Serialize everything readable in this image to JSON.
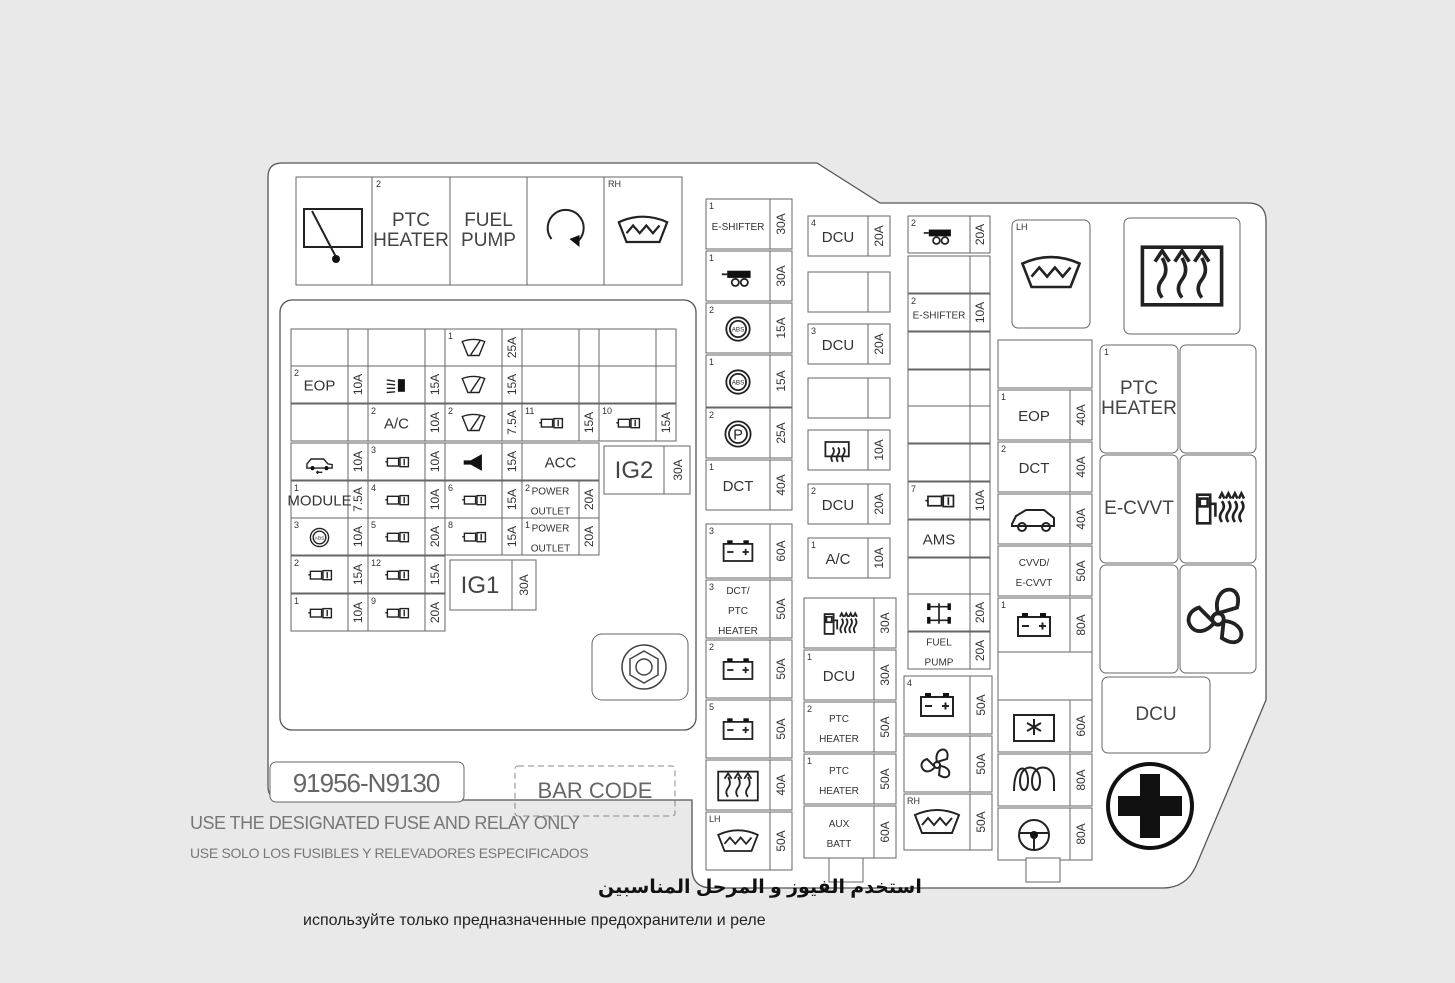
{
  "part_number": "91956-N9130",
  "bar_code_label": "BAR CODE",
  "notes": {
    "en": "USE THE DESIGNATED FUSE AND RELAY ONLY",
    "es": "USE SOLO LOS FUSIBLES Y RELEVADORES ESPECIFICADOS",
    "ar": "استخدم الفيوز و المرحل المناسبين",
    "ru": "используйте только предназначенные предохранители и реле"
  },
  "relays_top": [
    {
      "id": "wiper-relay",
      "num": "",
      "label": "",
      "icon": "wiper-box-icon"
    },
    {
      "id": "ptc-heater-2",
      "num": "2",
      "label": "PTC HEATER",
      "icon": ""
    },
    {
      "id": "fuel-pump-relay",
      "num": "",
      "label": "FUEL PUMP",
      "icon": ""
    },
    {
      "id": "start-relay",
      "num": "",
      "label": "",
      "icon": "start-icon"
    },
    {
      "id": "rh-defrost-relay",
      "num": "RH",
      "label": "",
      "icon": "windshield-heat-icon"
    }
  ],
  "inner_fuses": [
    {
      "num": "",
      "label": "",
      "amp": ""
    },
    {
      "num": "",
      "label": "",
      "amp": ""
    },
    {
      "num": "1",
      "label": "",
      "icon": "wiper-icon",
      "amp": "25A"
    },
    {
      "num": "",
      "label": "",
      "amp": ""
    },
    {
      "num": "",
      "label": "",
      "amp": ""
    },
    {
      "num": "2",
      "label": "EOP",
      "amp": "10A"
    },
    {
      "num": "",
      "label": "",
      "icon": "headlamp-icon",
      "amp": "15A"
    },
    {
      "num": "",
      "label": "",
      "icon": "rear-wiper-icon",
      "amp": "15A"
    },
    {
      "num": "",
      "label": "",
      "amp": ""
    },
    {
      "num": "",
      "label": "",
      "amp": ""
    },
    {
      "num": "",
      "label": "",
      "amp": ""
    },
    {
      "num": "2",
      "label": "A/C",
      "amp": "10A"
    },
    {
      "num": "2",
      "label": "",
      "icon": "wiper-icon",
      "amp": "7.5A"
    },
    {
      "num": "11",
      "label": "",
      "icon": "engine-icon",
      "amp": "15A"
    },
    {
      "num": "10",
      "label": "",
      "icon": "engine-icon",
      "amp": "15A"
    },
    {
      "num": "",
      "label": "",
      "icon": "car-lock-icon",
      "amp": "10A"
    },
    {
      "num": "3",
      "label": "",
      "icon": "engine-icon",
      "amp": "10A"
    },
    {
      "num": "",
      "label": "",
      "icon": "horn-icon",
      "amp": "15A"
    },
    {
      "num": "",
      "label": "ACC",
      "amp": ""
    },
    {
      "num": "1",
      "label": "MODULE",
      "amp": "7.5A"
    },
    {
      "num": "4",
      "label": "",
      "icon": "engine-icon",
      "amp": "10A"
    },
    {
      "num": "6",
      "label": "",
      "icon": "engine-icon",
      "amp": "15A"
    },
    {
      "num": "2",
      "label": "POWER OUTLET",
      "amp": "20A"
    },
    {
      "num": "3",
      "label": "",
      "icon": "abs-epb-icon",
      "amp": "10A"
    },
    {
      "num": "5",
      "label": "",
      "icon": "engine-icon",
      "amp": "20A"
    },
    {
      "num": "8",
      "label": "",
      "icon": "engine-icon",
      "amp": "15A"
    },
    {
      "num": "1",
      "label": "POWER OUTLET",
      "amp": "20A"
    },
    {
      "num": "2",
      "label": "",
      "icon": "engine-icon",
      "amp": "15A"
    },
    {
      "num": "12",
      "label": "",
      "icon": "engine-icon",
      "amp": "15A"
    },
    {
      "num": "1",
      "label": "",
      "icon": "engine-icon",
      "amp": "10A"
    },
    {
      "num": "9",
      "label": "",
      "icon": "engine-icon",
      "amp": "20A"
    }
  ],
  "ig2": {
    "label": "IG2",
    "amp": "30A"
  },
  "ig1": {
    "label": "IG1",
    "amp": "30A"
  },
  "col1": [
    {
      "num": "1",
      "label": "E-SHIFTER",
      "amp": "30A"
    },
    {
      "num": "1",
      "label": "",
      "icon": "trailer-icon",
      "amp": "30A"
    },
    {
      "num": "2",
      "label": "",
      "icon": "abs-icon",
      "amp": "15A"
    },
    {
      "num": "1",
      "label": "",
      "icon": "abs-epb-icon",
      "amp": "15A"
    },
    {
      "num": "2",
      "label": "",
      "icon": "parking-brake-icon",
      "amp": "25A"
    },
    {
      "num": "1",
      "label": "DCT",
      "amp": "40A"
    },
    {
      "num": "3",
      "label": "",
      "icon": "battery-icon",
      "amp": "60A"
    },
    {
      "num": "3",
      "label": "DCT/ PTC HEATER",
      "amp": "50A"
    },
    {
      "num": "2",
      "label": "",
      "icon": "battery-icon",
      "amp": "50A"
    },
    {
      "num": "5",
      "label": "",
      "icon": "battery-icon",
      "amp": "50A"
    },
    {
      "num": "",
      "label": "",
      "icon": "rear-defrost-icon",
      "amp": "40A"
    },
    {
      "num": "LH",
      "label": "",
      "icon": "windshield-heat-icon",
      "amp": "50A"
    }
  ],
  "col2": [
    {
      "num": "4",
      "label": "DCU",
      "amp": "20A"
    },
    {
      "num": "",
      "label": "",
      "amp": ""
    },
    {
      "num": "3",
      "label": "DCU",
      "amp": "20A"
    },
    {
      "num": "",
      "label": "",
      "amp": ""
    },
    {
      "num": "",
      "label": "",
      "icon": "mirror-heat-icon",
      "amp": "10A"
    },
    {
      "num": "2",
      "label": "DCU",
      "amp": "20A"
    },
    {
      "num": "1",
      "label": "A/C",
      "amp": "10A"
    }
  ],
  "col2_big": [
    {
      "num": "",
      "label": "",
      "icon": "fuel-heater-icon",
      "amp": "30A"
    },
    {
      "num": "1",
      "label": "DCU",
      "amp": "30A"
    },
    {
      "num": "2",
      "label": "PTC HEATER",
      "amp": "50A"
    },
    {
      "num": "1",
      "label": "PTC HEATER",
      "amp": "50A"
    },
    {
      "num": "",
      "label": "AUX BATT",
      "amp": "60A"
    }
  ],
  "col3": [
    {
      "num": "2",
      "label": "",
      "icon": "trailer-icon",
      "amp": "20A"
    },
    {
      "num": "",
      "label": "",
      "amp": ""
    },
    {
      "num": "2",
      "label": "E-SHIFTER",
      "amp": "10A"
    },
    {
      "num": "",
      "label": "",
      "amp": ""
    },
    {
      "num": "",
      "label": "",
      "amp": ""
    },
    {
      "num": "",
      "label": "",
      "amp": ""
    },
    {
      "num": "",
      "label": "",
      "amp": ""
    },
    {
      "num": "7",
      "label": "",
      "icon": "engine-icon",
      "amp": "10A"
    },
    {
      "num": "",
      "label": "AMS",
      "amp": ""
    },
    {
      "num": "",
      "label": "",
      "amp": ""
    },
    {
      "num": "",
      "label": "",
      "icon": "awd-icon",
      "amp": "20A"
    },
    {
      "num": "",
      "label": "FUEL PUMP",
      "amp": "20A"
    }
  ],
  "col3_big": [
    {
      "num": "4",
      "label": "",
      "icon": "battery-icon",
      "amp": "50A"
    },
    {
      "num": "",
      "label": "",
      "icon": "fan-icon",
      "amp": "50A"
    },
    {
      "num": "RH",
      "label": "",
      "icon": "windshield-heat-icon",
      "amp": "50A"
    }
  ],
  "col4": [
    {
      "num": "1",
      "label": "EOP",
      "amp": "40A"
    },
    {
      "num": "2",
      "label": "DCT",
      "amp": "40A"
    },
    {
      "num": "",
      "label": "",
      "icon": "tailgate-icon",
      "amp": "40A"
    },
    {
      "num": "",
      "label": "CVVD/ E-CVVT",
      "amp": "50A"
    },
    {
      "num": "1",
      "label": "",
      "icon": "battery-icon",
      "amp": "80A"
    },
    {
      "num": "",
      "label": "",
      "icon": "starter-icon",
      "amp": "60A"
    },
    {
      "num": "",
      "label": "",
      "icon": "glow-plug-icon",
      "amp": "80A"
    },
    {
      "num": "",
      "label": "",
      "icon": "steering-icon",
      "amp": "80A"
    }
  ],
  "right_relays": [
    {
      "num": "LH",
      "label": "",
      "icon": "windshield-heat-icon"
    },
    {
      "num": "",
      "label": "",
      "icon": "rear-defrost-icon"
    },
    {
      "num": "1",
      "label": "PTC HEATER",
      "icon": ""
    },
    {
      "num": "",
      "label": "",
      "icon": ""
    },
    {
      "num": "",
      "label": "E-CVVT",
      "icon": ""
    },
    {
      "num": "",
      "label": "",
      "icon": "fuel-heater-icon"
    },
    {
      "num": "",
      "label": "",
      "icon": ""
    },
    {
      "num": "",
      "label": "",
      "icon": "fan-icon"
    },
    {
      "num": "",
      "label": "DCU",
      "icon": ""
    }
  ]
}
